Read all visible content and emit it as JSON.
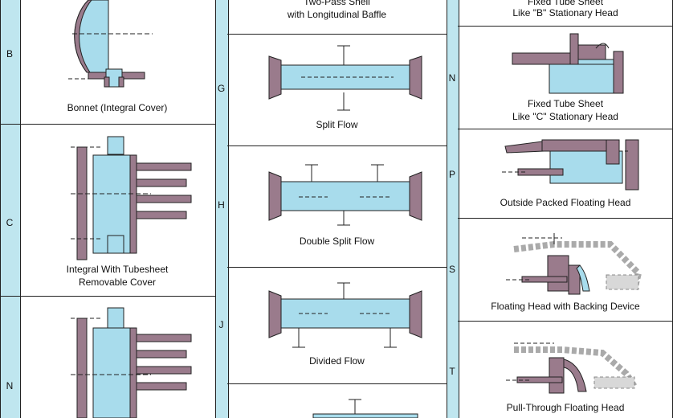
{
  "colors": {
    "fluid": "#a8dcec",
    "metal": "#9a7b8c",
    "strip": "#bfe6ef",
    "line": "#222222",
    "dashed": "#d8d8d8"
  },
  "left": {
    "rows": [
      {
        "letter": "B",
        "caption": "Bonnet (Integral Cover)"
      },
      {
        "letter": "C",
        "caption_l1": "Integral With Tubesheet",
        "caption_l2": "Removable Cover"
      },
      {
        "letter": "N"
      }
    ]
  },
  "middle": {
    "rows": [
      {
        "caption_l1": "Two-Pass Shell",
        "caption_l2": "with Longitudinal Baffle"
      },
      {
        "letter": "G",
        "caption": "Split Flow"
      },
      {
        "letter": "H",
        "caption": "Double Split Flow"
      },
      {
        "letter": "J",
        "caption": "Divided Flow"
      }
    ]
  },
  "right": {
    "rows": [
      {
        "caption_l1": "Fixed Tube Sheet",
        "caption_l2": "Like \"B\" Stationary Head"
      },
      {
        "letter": "N",
        "caption_l1": "Fixed Tube Sheet",
        "caption_l2": "Like \"C\" Stationary Head"
      },
      {
        "letter": "P",
        "caption": "Outside Packed Floating Head"
      },
      {
        "letter": "S",
        "caption": "Floating Head with Backing Device"
      },
      {
        "letter": "T",
        "caption": "Pull-Through Floating Head"
      }
    ]
  }
}
